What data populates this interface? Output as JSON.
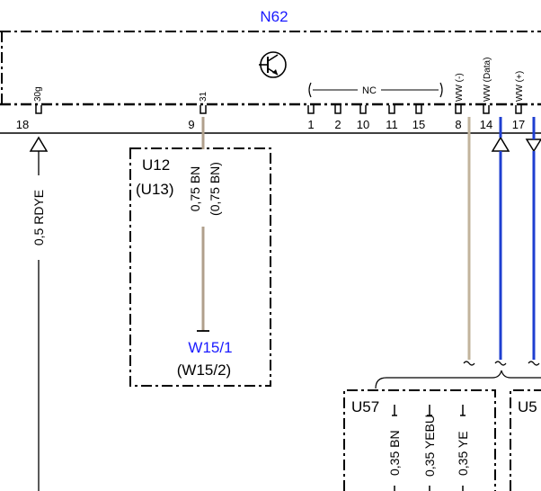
{
  "module": {
    "id": "N62",
    "color": "#1a1aff"
  },
  "pins": [
    {
      "num": "18",
      "label": "30g"
    },
    {
      "num": "9",
      "label": "31"
    },
    {
      "num": "1",
      "label": ""
    },
    {
      "num": "2",
      "label": ""
    },
    {
      "num": "10",
      "label": ""
    },
    {
      "num": "11",
      "label": ""
    },
    {
      "num": "15",
      "label": ""
    },
    {
      "num": "8",
      "label": "WW (-)"
    },
    {
      "num": "14",
      "label": "WW (Data)"
    },
    {
      "num": "17",
      "label": "WW (+)"
    }
  ],
  "nc_label": "NC",
  "wires": {
    "pin18": {
      "spec": "0,5 RDYE",
      "color": "#000000"
    },
    "pin9": {
      "spec": "0,75 BN",
      "alt_spec": "(0,75 BN)",
      "color": "#b0a08c"
    },
    "pin8": {
      "color": "#c2b49c"
    },
    "pin14": {
      "color": "#1f3fd0"
    },
    "pin17": {
      "color": "#1f3fd0"
    }
  },
  "ground_box": {
    "id": "U12",
    "alt_id": "(U13)",
    "ground": "W15/1",
    "alt_ground": "(W15/2)",
    "ground_color": "#1a1aff"
  },
  "connector_box": {
    "id": "U57",
    "wires": [
      "0,35 BN",
      "0,35 YEBU",
      "0,35 YE"
    ],
    "next_id": "U5"
  }
}
